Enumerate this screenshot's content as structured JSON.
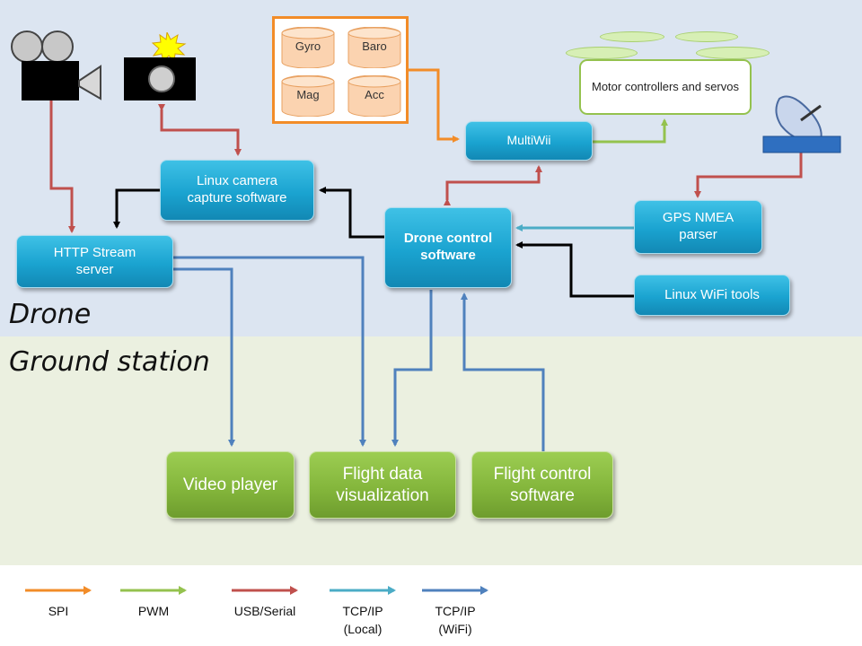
{
  "zones": {
    "drone_label": "Drone",
    "ground_label": "Ground station"
  },
  "colors": {
    "spi": "#f28c28",
    "pwm": "#94c24e",
    "usb_serial": "#c0504d",
    "tcpip_local": "#4bacc6",
    "tcpip_wifi": "#4f81bd",
    "drone_bg": "#dce5f1",
    "ground_bg": "#ebf0e0"
  },
  "sensors": [
    "Gyro",
    "Baro",
    "Mag",
    "Acc"
  ],
  "nodes": {
    "motor_controllers": "Motor controllers and servos",
    "multiwii": "MultiWii",
    "camera_capture": "Linux camera\ncapture software",
    "http_stream": "HTTP Stream\nserver",
    "drone_control": "Drone control\nsoftware",
    "gps_parser": "GPS NMEA\nparser",
    "wifi_tools": "Linux WiFi tools",
    "video_player": "Video player",
    "flight_data_vis": "Flight data\nvisualization",
    "flight_control": "Flight control\nsoftware"
  },
  "icons": {
    "video_camera": "video-camera-icon",
    "photo_camera": "photo-camera-icon",
    "gps_antenna": "satellite-dish-icon"
  },
  "legend": [
    {
      "label": "SPI",
      "color": "#f28c28"
    },
    {
      "label": "PWM",
      "color": "#94c24e"
    },
    {
      "label": "USB/Serial",
      "color": "#c0504d"
    },
    {
      "label": "TCP/IP\n(Local)",
      "color": "#4bacc6"
    },
    {
      "label": "TCP/IP\n(WiFi)",
      "color": "#4f81bd"
    }
  ]
}
